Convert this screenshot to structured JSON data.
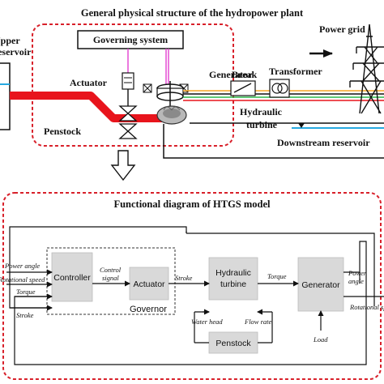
{
  "top": {
    "title": "General physical structure of the hydropower plant",
    "governing_system": "Governing system",
    "actuator": "Actuator",
    "generator": "Generator",
    "break": "Break",
    "transformer": "Transformer",
    "power_grid": "Power grid",
    "penstock": "Penstock",
    "hydraulic": "Hydraulic",
    "turbine": "turbine",
    "downstream": "Downstream reservoir",
    "upstream_1": "Upper",
    "upstream_2": "reservoir"
  },
  "bottom": {
    "title": "Functional diagram of HTGS model",
    "controller": "Controller",
    "actuator": "Actuator",
    "governor": "Governor",
    "hydraulic_1": "Hydraulic",
    "hydraulic_2": "turbine",
    "generator": "Generator",
    "penstock": "Penstock",
    "in_power_angle": "Power angle",
    "in_rotational_speed": "Rotational speed",
    "in_torque": "Torque",
    "in_stroke": "Stroke",
    "control_signal_1": "Control",
    "control_signal_2": "signal",
    "stroke": "Stroke",
    "torque": "Torque",
    "water_head": "Water head",
    "flow_rate": "Flow rate",
    "out_power_angle_1": "Power",
    "out_power_angle_2": "angle",
    "out_rotational_speed": "Rotational speed",
    "load": "Load"
  },
  "colors": {
    "penstock_red": "#e8141c",
    "dashed_red": "#d8202a",
    "water_blue": "#27a9e1",
    "block_fill": "#d9d9d9",
    "wire_magenta": "#e23fd0",
    "line_orange": "#f5a623",
    "line_green": "#2fb84a"
  }
}
